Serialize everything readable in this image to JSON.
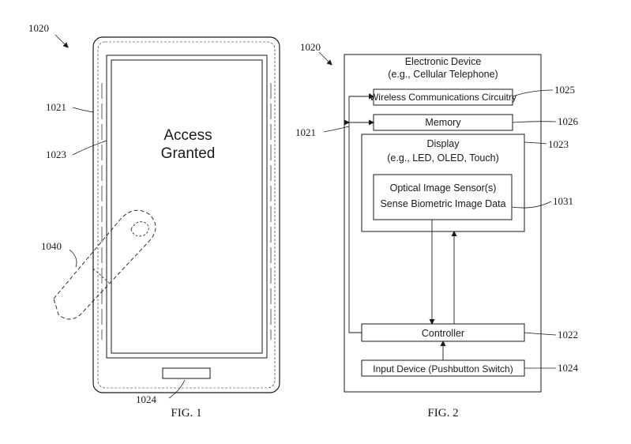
{
  "fig1": {
    "ref_device": "1020",
    "ref_housing": "1021",
    "ref_display": "1023",
    "ref_finger": "1040",
    "ref_button": "1024",
    "screen_line1": "Access",
    "screen_line2": "Granted",
    "caption": "FIG. 1"
  },
  "fig2": {
    "ref_device": "1020",
    "ref_housing": "1021",
    "title_line1": "Electronic Device",
    "title_line2": "(e.g., Cellular Telephone)",
    "wireless_label": "Wireless Communications Circuitry",
    "ref_wireless": "1025",
    "memory_label": "Memory",
    "ref_memory": "1026",
    "display_line1": "Display",
    "display_line2": "(e.g., LED, OLED, Touch)",
    "ref_display": "1023",
    "sensor_line1": "Optical Image Sensor(s)",
    "sensor_line2": "Sense Biometric Image Data",
    "ref_sensor": "1031",
    "controller_label": "Controller",
    "ref_controller": "1022",
    "input_label": "Input Device (Pushbutton Switch)",
    "ref_input": "1024",
    "caption": "FIG. 2"
  },
  "colors": {
    "ink": "#1a1a1a",
    "paper": "#ffffff"
  }
}
